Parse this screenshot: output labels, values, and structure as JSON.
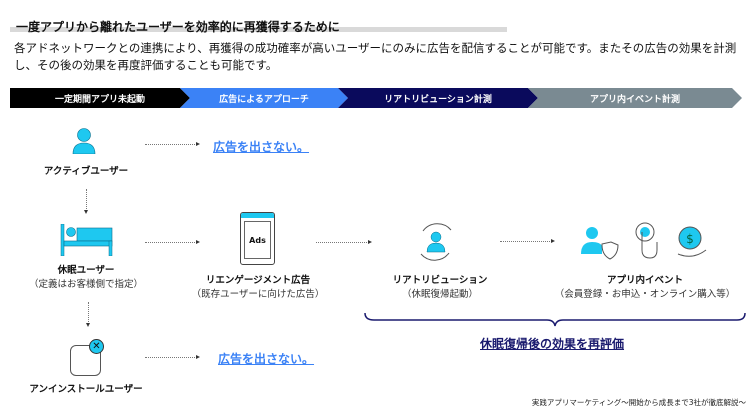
{
  "header": {
    "title": "一度アプリから離れたユーザーを効率的に再獲得するために",
    "description": "各アドネットワークとの連携により、再獲得の成功確率が高いユーザーにのみに広告を配信することが可能です。またその広告の効果を計測し、その後の効果を再度評価することも可能です。"
  },
  "steps": [
    {
      "label": "一定期間アプリ未起動",
      "color": "#000000"
    },
    {
      "label": "広告によるアプローチ",
      "color": "#3b82f6"
    },
    {
      "label": "リアトリビューション計測",
      "color": "#0a0a5c"
    },
    {
      "label": "アプリ内イベント計測",
      "color": "#7a8a92"
    }
  ],
  "active_user": {
    "label": "アクティブユーザー",
    "action": "広告を出さない。"
  },
  "dormant_user": {
    "label": "休眠ユーザー",
    "sub": "（定義はお客様側で指定）"
  },
  "reengagement": {
    "label": "リエンゲージメント広告",
    "sub": "（既存ユーザーに向けた広告）",
    "ads_text": "Ads"
  },
  "reattribution": {
    "label": "リアトリビューション",
    "sub": "（休眠復帰起動）"
  },
  "in_app_event": {
    "label": "アプリ内イベント",
    "sub": "（会員登録・お申込・オンライン購入等）"
  },
  "reevaluate": "休眠復帰後の効果を再評価",
  "uninstall_user": {
    "label": "アンインストールユーザー",
    "action": "広告を出さない。"
  },
  "footer": "実践アプリマーケティング～開始から成長まで3社が徹底解説～",
  "colors": {
    "icon": "#1ec8f0",
    "link": "#3b82f6",
    "navy": "#1a1a6e"
  }
}
